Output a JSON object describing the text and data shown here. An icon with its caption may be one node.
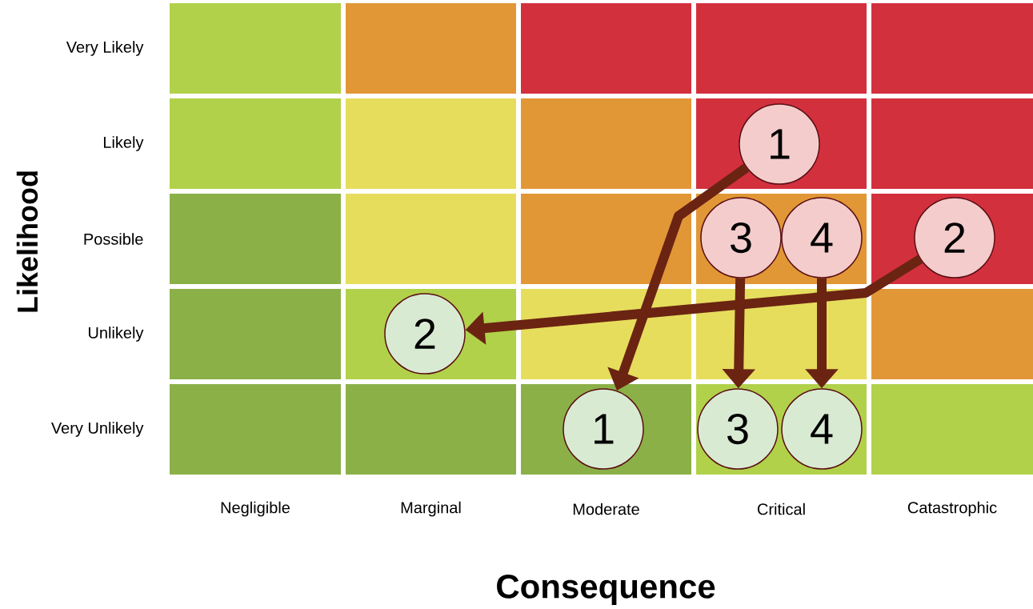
{
  "diagram": {
    "nodes": [
      {
        "text": [
          "1"
        ]
      },
      {
        "text": [
          "3"
        ]
      },
      {
        "text": [
          "4"
        ]
      },
      {
        "text": [
          "2"
        ]
      },
      {
        "text": [
          "2"
        ]
      },
      {
        "text": [
          "1"
        ]
      },
      {
        "text": [
          "3"
        ]
      },
      {
        "text": [
          "4"
        ]
      }
    ],
    "edges": [
      {
        "from": 0,
        "to": 5,
        "arrow": "to"
      },
      {
        "from": 3,
        "to": 4,
        "arrow": "to"
      },
      {
        "from": 1,
        "to": 6,
        "arrow": "to"
      },
      {
        "from": 2,
        "to": 7,
        "arrow": "to"
      }
    ],
    "labels": [
      "Very Likely",
      "Likely",
      "Possible",
      "Unlikely",
      "Very Unlikely",
      "Negligible",
      "Marginal",
      "Moderate",
      "Critical",
      "Catastrophic",
      "Likelihood",
      "Consequence"
    ]
  }
}
